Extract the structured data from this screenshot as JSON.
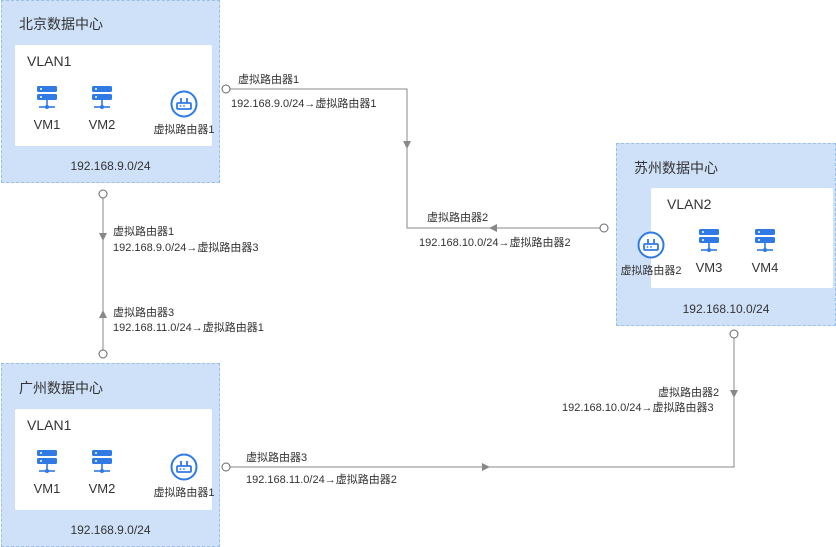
{
  "colors": {
    "dc_fill": "#cfe1f8",
    "dc_border": "#9bbfe8",
    "icon_blue": "#2f7ae5",
    "line": "#888888"
  },
  "beijing": {
    "title": "北京数据中心",
    "vlan": "VLAN1",
    "vm1": "VM1",
    "vm2": "VM2",
    "router": "虚拟路由器1",
    "subnet": "192.168.9.0/24"
  },
  "suzhou": {
    "title": "苏州数据中心",
    "vlan": "VLAN2",
    "vm1": "VM3",
    "vm2": "VM4",
    "router": "虚拟路由器2",
    "subnet": "192.168.10.0/24"
  },
  "guangzhou": {
    "title": "广州数据中心",
    "vlan": "VLAN1",
    "vm1": "VM1",
    "vm2": "VM2",
    "router": "虚拟路由器1",
    "subnet": "192.168.9.0/24"
  },
  "links": {
    "bj_sz_router": "虚拟路由器1",
    "bj_sz_route": "192.168.9.0/24→虚拟路由器1",
    "sz_bj_router": "虚拟路由器2",
    "sz_bj_route": "192.168.10.0/24→虚拟路由器2",
    "bj_gz_router": "虚拟路由器1",
    "bj_gz_route": "192.168.9.0/24→虚拟路由器3",
    "gz_bj_router": "虚拟路由器3",
    "gz_bj_route": "192.168.11.0/24→虚拟路由器1",
    "sz_gz_router": "虚拟路由器2",
    "sz_gz_route": "192.168.10.0/24→虚拟路由器3",
    "gz_sz_router": "虚拟路由器3",
    "gz_sz_route": "192.168.11.0/24→虚拟路由器2"
  }
}
